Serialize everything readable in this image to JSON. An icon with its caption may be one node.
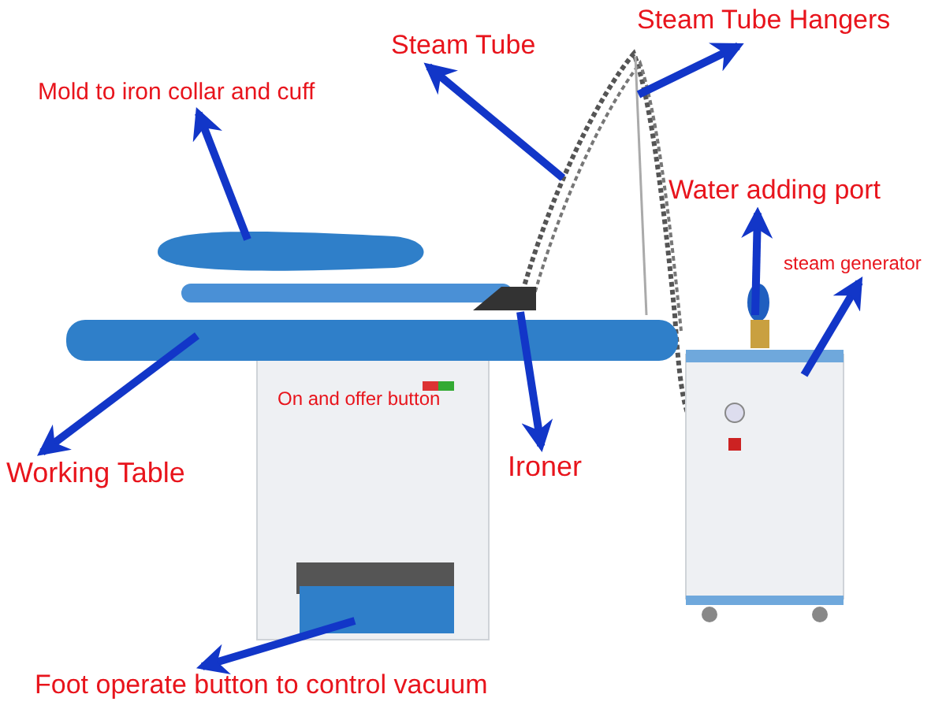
{
  "diagram": {
    "nodes": [
      {
        "text": [
          "Mold to iron collar and cuff"
        ]
      },
      {
        "text": [
          "Steam Tube"
        ]
      },
      {
        "text": [
          "Steam Tube Hangers"
        ]
      },
      {
        "text": [
          "Water adding port"
        ]
      },
      {
        "text": [
          "steam generator"
        ]
      },
      {
        "text": [
          "Working Table"
        ]
      },
      {
        "text": [
          "Ironer"
        ]
      },
      {
        "text": [
          "Foot operate button to control vacuum"
        ]
      }
    ],
    "edges": [
      {
        "from": null,
        "to": 0,
        "arrow": "to"
      },
      {
        "from": null,
        "to": 1,
        "arrow": "to"
      },
      {
        "from": null,
        "to": 2,
        "arrow": "to"
      },
      {
        "from": null,
        "to": 3,
        "arrow": "to"
      },
      {
        "from": null,
        "to": 4,
        "arrow": "to"
      },
      {
        "from": null,
        "to": 5,
        "arrow": "to"
      },
      {
        "from": null,
        "to": 6,
        "arrow": "to"
      },
      {
        "from": null,
        "to": 7,
        "arrow": "to"
      }
    ],
    "labels": [
      "On and offer button"
    ]
  }
}
